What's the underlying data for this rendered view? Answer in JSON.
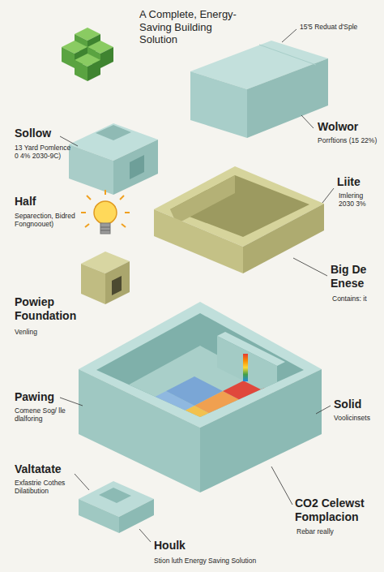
{
  "diagram": {
    "title": "A Complete, Energy-Saving Building Solution",
    "labels": [
      "15'5 Reduat d'Sple",
      "Sollow",
      "13 Yard Pomlence 0 4% 2030-9C)",
      "Wolwor",
      "Porrftions (15 22%)",
      "Liite",
      "Imlering 2030 3%",
      "Half",
      "Separection, Bidred Fongnoouet)",
      "Big De Enese",
      "Contains: it",
      "Powiep Foundation",
      "Venling",
      "Pawing",
      "Comene Sog/ lle dlalforing",
      "Solid",
      "Voolicinsets",
      "Valtatate",
      "Exfastrie Cothes Dilatibution",
      "CO2 Celewst Fomplacion",
      "Rebar really",
      "Houlk",
      "Stion luth Energy Saving Solution"
    ]
  }
}
